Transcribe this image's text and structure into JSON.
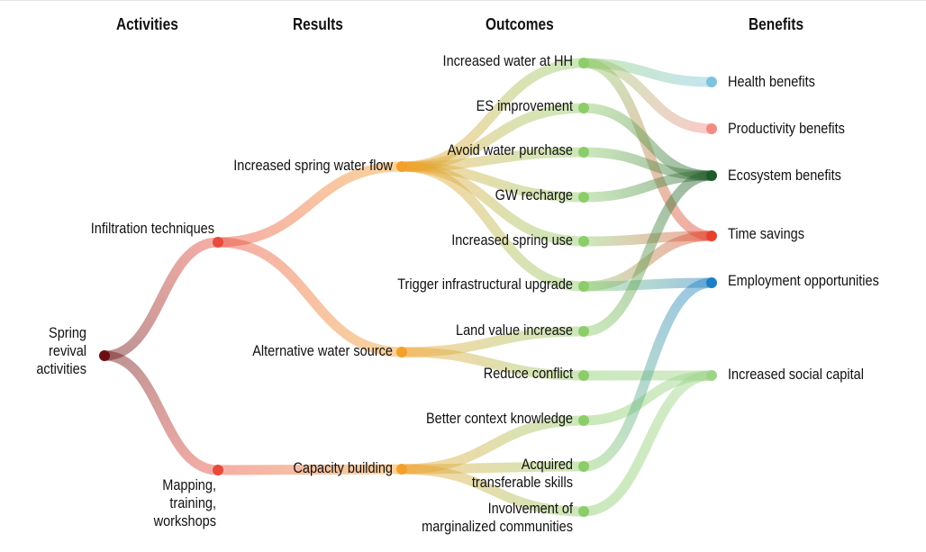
{
  "headers": {
    "activities": "Activities",
    "results": "Results",
    "outcomes": "Outcomes",
    "benefits": "Benefits"
  },
  "nodes": {
    "spring_revival": {
      "label_lines": [
        "Spring",
        "revival",
        "activities"
      ],
      "color": "#6b0f12"
    },
    "infiltration": {
      "label": "Infiltration techniques",
      "color": "#e84a3b"
    },
    "mapping": {
      "label_lines": [
        "Mapping,",
        "training,",
        "workshops"
      ],
      "color": "#e84a3b"
    },
    "increased_flow": {
      "label": "Increased spring water flow",
      "color": "#f3a02a"
    },
    "alt_source": {
      "label": "Alternative water source",
      "color": "#f3a02a"
    },
    "capacity": {
      "label": "Capacity building",
      "color": "#f3a02a"
    },
    "water_hh": {
      "label": "Increased water at HH",
      "color": "#8ccc6a"
    },
    "es_improve": {
      "label": "ES improvement",
      "color": "#8ccc6a"
    },
    "avoid_purchase": {
      "label": "Avoid water purchase",
      "color": "#8ccc6a"
    },
    "gw_recharge": {
      "label": "GW recharge",
      "color": "#8ccc6a"
    },
    "spring_use": {
      "label": "Increased spring use",
      "color": "#8ccc6a"
    },
    "infra_upgrade": {
      "label": "Trigger infrastructural upgrade",
      "color": "#8ccc6a"
    },
    "land_value": {
      "label": "Land value increase",
      "color": "#8ccc6a"
    },
    "reduce_conflict": {
      "label": "Reduce conflict",
      "color": "#8ccc6a"
    },
    "context_knowledge": {
      "label": "Better context knowledge",
      "color": "#8ccc6a"
    },
    "transferable_skills": {
      "label_lines": [
        "Acquired",
        "transferable skills"
      ],
      "color": "#8ccc6a"
    },
    "marginalized": {
      "label_lines": [
        "Involvement of",
        "marginalized communities"
      ],
      "color": "#8ccc6a"
    },
    "health": {
      "label": "Health benefits",
      "color": "#7cc4dd"
    },
    "productivity": {
      "label": "Productivity benefits",
      "color": "#f08c84"
    },
    "ecosystem": {
      "label": "Ecosystem benefits",
      "color": "#1f5a2a"
    },
    "time_savings": {
      "label": "Time savings",
      "color": "#e8402f"
    },
    "employment": {
      "label": "Employment opportunities",
      "color": "#1d7fc4"
    },
    "social_capital": {
      "label": "Increased social capital",
      "color": "#9ed48a"
    }
  },
  "links": [
    [
      "spring_revival",
      "infiltration"
    ],
    [
      "spring_revival",
      "mapping"
    ],
    [
      "infiltration",
      "increased_flow"
    ],
    [
      "infiltration",
      "alt_source"
    ],
    [
      "mapping",
      "capacity"
    ],
    [
      "increased_flow",
      "water_hh"
    ],
    [
      "increased_flow",
      "es_improve"
    ],
    [
      "increased_flow",
      "avoid_purchase"
    ],
    [
      "increased_flow",
      "gw_recharge"
    ],
    [
      "increased_flow",
      "spring_use"
    ],
    [
      "increased_flow",
      "infra_upgrade"
    ],
    [
      "alt_source",
      "land_value"
    ],
    [
      "alt_source",
      "reduce_conflict"
    ],
    [
      "capacity",
      "context_knowledge"
    ],
    [
      "capacity",
      "transferable_skills"
    ],
    [
      "capacity",
      "marginalized"
    ],
    [
      "water_hh",
      "health"
    ],
    [
      "water_hh",
      "productivity"
    ],
    [
      "water_hh",
      "time_savings"
    ],
    [
      "es_improve",
      "ecosystem"
    ],
    [
      "avoid_purchase",
      "ecosystem"
    ],
    [
      "gw_recharge",
      "ecosystem"
    ],
    [
      "spring_use",
      "time_savings"
    ],
    [
      "infra_upgrade",
      "time_savings"
    ],
    [
      "infra_upgrade",
      "employment"
    ],
    [
      "land_value",
      "ecosystem"
    ],
    [
      "reduce_conflict",
      "social_capital"
    ],
    [
      "context_knowledge",
      "social_capital"
    ],
    [
      "transferable_skills",
      "employment"
    ],
    [
      "marginalized",
      "social_capital"
    ]
  ]
}
